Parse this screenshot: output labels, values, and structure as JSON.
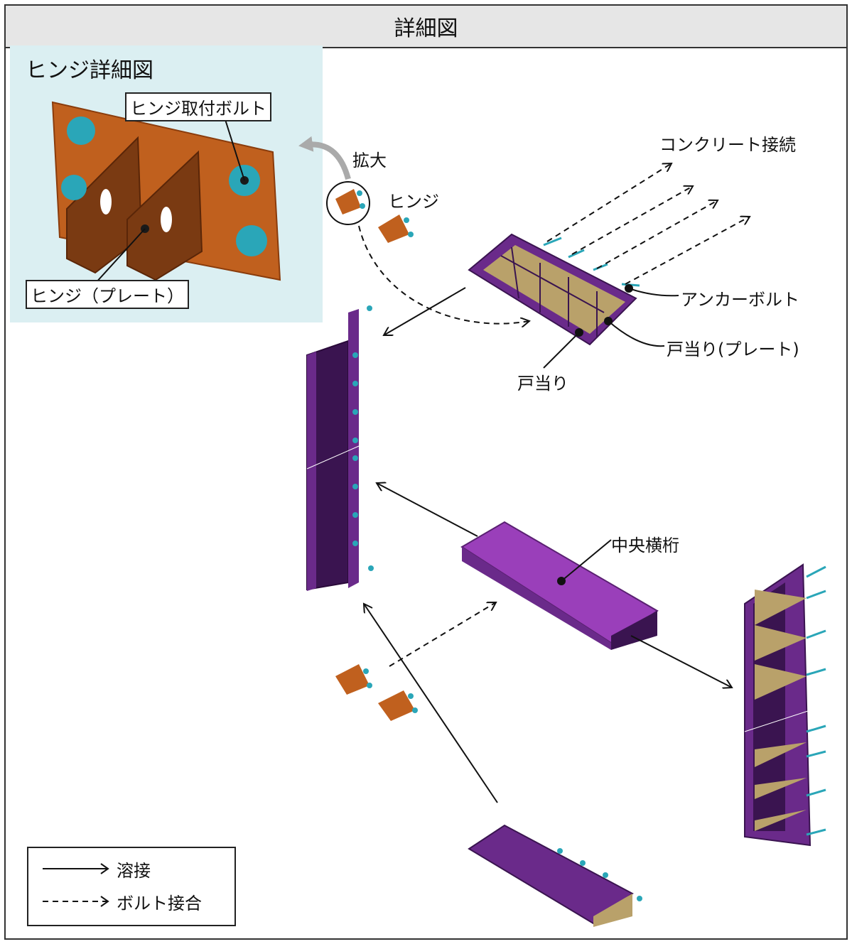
{
  "title": "詳細図",
  "inset": {
    "title": "ヒンジ詳細図",
    "bolt_label": "ヒンジ取付ボルト",
    "plate_label": "ヒンジ（プレート）"
  },
  "labels": {
    "enlarge": "拡大",
    "hinge": "ヒンジ",
    "concrete_connection": "コンクリート接続",
    "anchor_bolt": "アンカーボルト",
    "door_stop_plate": "戸当り(プレート)",
    "door_stop": "戸当り",
    "center_girder": "中央横桁"
  },
  "legend": {
    "weld": "溶接",
    "bolt_joint": "ボルト接合"
  },
  "colors": {
    "steel": "#6a2a8a",
    "steel_dark": "#3a1450",
    "hinge": "#c0601e",
    "bolt": "#2aa6b8",
    "gusset": "#b9a16a",
    "inset_bg": "#dbeff2"
  }
}
